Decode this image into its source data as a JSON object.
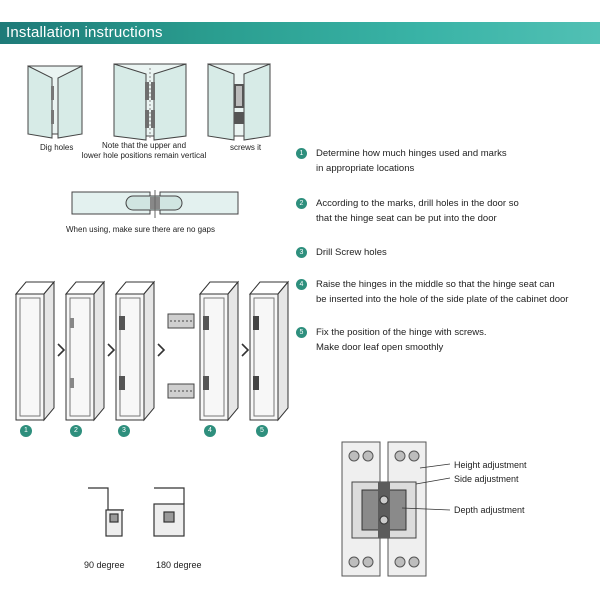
{
  "header": {
    "title": "Installation instructions",
    "accent": "#2a9d8f"
  },
  "top_diagrams": {
    "captions": [
      "Dig holes",
      "Note that the upper and",
      "lower hole positions remain vertical",
      "screws it"
    ]
  },
  "gap_diagram": {
    "caption": "When using, make sure there are no gaps"
  },
  "steps": [
    {
      "num": "1",
      "lines": [
        "Determine how much hinges used and marks",
        "in appropriate locations"
      ]
    },
    {
      "num": "2",
      "lines": [
        "According to the marks, drill holes in the door so",
        "that the hinge seat can be put into the door"
      ]
    },
    {
      "num": "3",
      "lines": [
        "Drill  Screw holes"
      ]
    },
    {
      "num": "4",
      "lines": [
        "Raise the   hinges  in the middle so that the hinge seat can",
        "be inserted into the hole of the side plate of the cabinet door"
      ]
    },
    {
      "num": "5",
      "lines": [
        "Fix the position of the hinge with screws.",
        "Make door leaf open smoothly"
      ]
    }
  ],
  "sequence_numbers": [
    "1",
    "2",
    "3",
    "4",
    "5"
  ],
  "angle_diagrams": {
    "labels": [
      "90 degree",
      "180 degree"
    ]
  },
  "adjustment": {
    "labels": [
      "Height adjustment",
      "Side adjustment",
      "Depth adjustment"
    ]
  },
  "colors": {
    "accent": "#2e8f7d",
    "glass": "#e3f1ef",
    "line": "#555555"
  }
}
